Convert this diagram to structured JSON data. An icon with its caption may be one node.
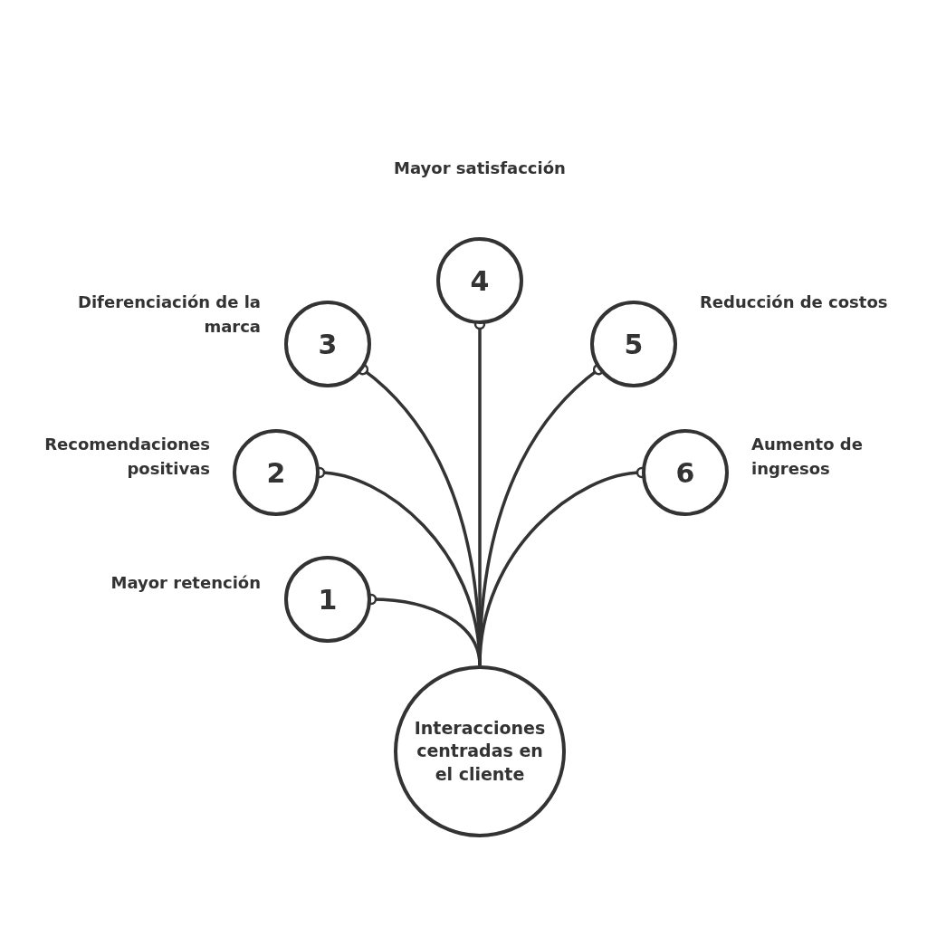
{
  "diagram": {
    "nodes": [
      {
        "text": [
          "1"
        ],
        "beside": [
          "Mayor retención"
        ]
      },
      {
        "text": [
          "2"
        ],
        "beside": [
          "Recomendaciones positivas"
        ]
      },
      {
        "text": [
          "3"
        ],
        "beside": [
          "Diferenciación de la marca"
        ]
      },
      {
        "text": [
          "4"
        ],
        "beside": [
          "Mayor satisfacción"
        ]
      },
      {
        "text": [
          "5"
        ],
        "beside": [
          "Reducción de costos"
        ]
      },
      {
        "text": [
          "6"
        ],
        "beside": [
          "Aumento de ingresos"
        ]
      },
      {
        "text": [
          "Interacciones centradas en el cliente"
        ]
      }
    ],
    "edges": [
      {
        "from": 6,
        "to": 0,
        "arrow": "other"
      },
      {
        "from": 6,
        "to": 1,
        "arrow": "other"
      },
      {
        "from": 6,
        "to": 2,
        "arrow": "other"
      },
      {
        "from": 6,
        "to": 3,
        "arrow": "other"
      },
      {
        "from": 6,
        "to": 4,
        "arrow": "other"
      },
      {
        "from": 6,
        "to": 5,
        "arrow": "other"
      }
    ]
  }
}
